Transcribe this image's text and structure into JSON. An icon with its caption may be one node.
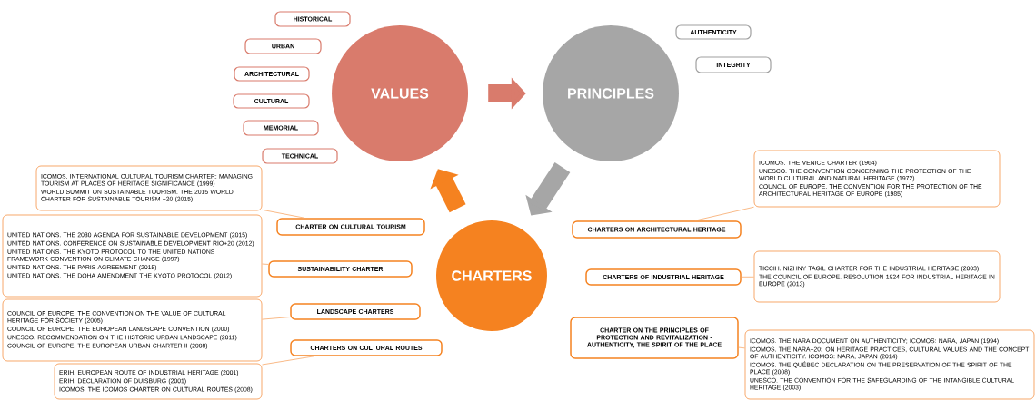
{
  "diagram": {
    "nodes": [
      {
        "text": [
          "HISTORICAL"
        ]
      },
      {
        "text": [
          "URBAN"
        ]
      },
      {
        "text": [
          "ARCHITECTURAL"
        ]
      },
      {
        "text": [
          "CULTURAL"
        ]
      },
      {
        "text": [
          "MEMORIAL"
        ]
      },
      {
        "text": [
          "TECHNICAL"
        ]
      },
      {
        "text": [
          "VALUES"
        ]
      },
      {
        "text": [
          "PRINCIPLES"
        ]
      },
      {
        "text": [
          "AUTHENTICITY"
        ]
      },
      {
        "text": [
          "INTEGRITY"
        ]
      },
      {
        "text": [
          "ICOMOS. INTERNATIONAL CULTURAL TOURISM CHARTER: MANAGING TOURISM AT PLACES OF HERITAGE SIGNIFICANCE (1999)",
          "WORLD SUMMIT ON SUSTAINABLE TOURISM. THE 2015 WORLD CHARTER FOR SUSTAINABLE TOURISM +20 (2015)"
        ]
      },
      {
        "text": [
          "ICOMOS. THE VENICE CHARTER (1964)",
          "UNESCO. THE CONVENTION CONCERNING THE PROTECTION OF THE WORLD CULTURAL AND NATURAL HERITAGE (1972)",
          "COUNCIL OF EUROPE. THE CONVENTION FOR THE PROTECTION OF THE ARCHITECTURAL HERITAGE OF EUROPE (1985)"
        ]
      },
      {
        "text": [
          "CHARTER ON CULTURAL TOURISM"
        ]
      },
      {
        "text": [
          "CHARTERS ON ARCHITECTURAL HERITAGE"
        ]
      },
      {
        "text": [
          "UNITED NATIONS. THE 2030 AGENDA FOR SUSTAINABLE DEVELOPMENT (2015)",
          "UNITED NATIONS. CONFERENCE ON SUSTAINABLE DEVELOPMENT RIO+20 (2012)",
          "UNITED NATIONS. THE KYOTO PROTOCOL TO THE UNITED NATIONS FRAMEWORK CONVENTION ON CLIMATE CHANGE (1997)",
          "UNITED NATIONS. THE PARIS AGREEMENT (2015)",
          "UNITED NATIONS. THE DOHA AMENDMENT THE KYOTO PROTOCOL (2012)"
        ]
      },
      {
        "text": [
          "SUSTAINABILITY CHARTER"
        ]
      },
      {
        "text": [
          "CHARTERS"
        ]
      },
      {
        "text": [
          "CHARTERS OF INDUSTRIAL HERITAGE"
        ]
      },
      {
        "text": [
          "TICCIH. NIZHNY TAGIL CHARTER FOR THE INDUSTRIAL HERITAGE (2003)",
          "THE COUNCIL OF EUROPE. RESOLUTION 1924 FOR INDUSTRIAL HERITAGE IN EUROPE (2013)"
        ]
      },
      {
        "text": [
          "COUNCIL OF EUROPE. THE CONVENTION ON THE VALUE OF CULTURAL HERITAGE FOR SOCIETY (2005)",
          "COUNCIL OF EUROPE. THE EUROPEAN LANDSCAPE CONVENTION (2000)",
          "UNESCO. RECOMMENDATION ON THE HISTORIC URBAN LANDSCAPE (2011)",
          "COUNCIL OF EUROPE. THE EUROPEAN URBAN CHARTER II (2008)"
        ]
      },
      {
        "text": [
          "LANDSCAPE CHARTERS"
        ]
      },
      {
        "text": [
          "CHARTER ON THE PRINCIPLES OF PROTECTION AND REVITALIZATION - AUTHENTICITY, THE SPIRIT OF THE PLACE"
        ]
      },
      {
        "text": [
          "CHARTERS ON CULTURAL ROUTES"
        ]
      },
      {
        "text": [
          "ERIH. EUROPEAN ROUTE OF INDUSTRIAL HERITAGE (2001)",
          "ERIH. DECLARATION OF DUISBURG (2001)",
          "ICOMOS. THE ICOMOS CHARTER ON CULTURAL ROUTES (2008)"
        ]
      },
      {
        "text": [
          "ICOMOS. THE NARA DOCUMENT ON AUTHENTICITY; ICOMOS: NARA, JAPAN (1994)",
          "ICOMOS. THE NARA+20: ON HERITAGE PRACTICES, CULTURAL VALUES AND THE CONCEPT OF AUTHENTICITY. ICOMOS: NARA, JAPAN (2014)",
          "ICOMOS. THE QUÉBEC DECLARATION ON THE PRESERVATION OF THE SPIRIT OF THE PLACE (2008)",
          "UNESCO. THE CONVENTION FOR THE SAFEGUARDING OF THE INTANGIBLE CULTURAL HERITAGE (2003)"
        ]
      }
    ],
    "edges": [
      {
        "from": 6,
        "to": 7,
        "arrow": "to",
        "style": "thick",
        "color": "#d97b6c"
      },
      {
        "from": 7,
        "to": 16,
        "arrow": "to",
        "style": "thick",
        "color": "#a6a6a6"
      },
      {
        "from": 16,
        "to": 6,
        "arrow": "to",
        "style": "thick",
        "color": "#f58220"
      },
      {
        "from": 12,
        "to": 10,
        "arrow": "none"
      },
      {
        "from": 13,
        "to": 11,
        "arrow": "none"
      },
      {
        "from": 15,
        "to": 14,
        "arrow": "none"
      },
      {
        "from": 17,
        "to": 18,
        "arrow": "none"
      },
      {
        "from": 20,
        "to": 19,
        "arrow": "none"
      },
      {
        "from": 21,
        "to": 24,
        "arrow": "none"
      },
      {
        "from": 22,
        "to": 23,
        "arrow": "none"
      }
    ]
  }
}
